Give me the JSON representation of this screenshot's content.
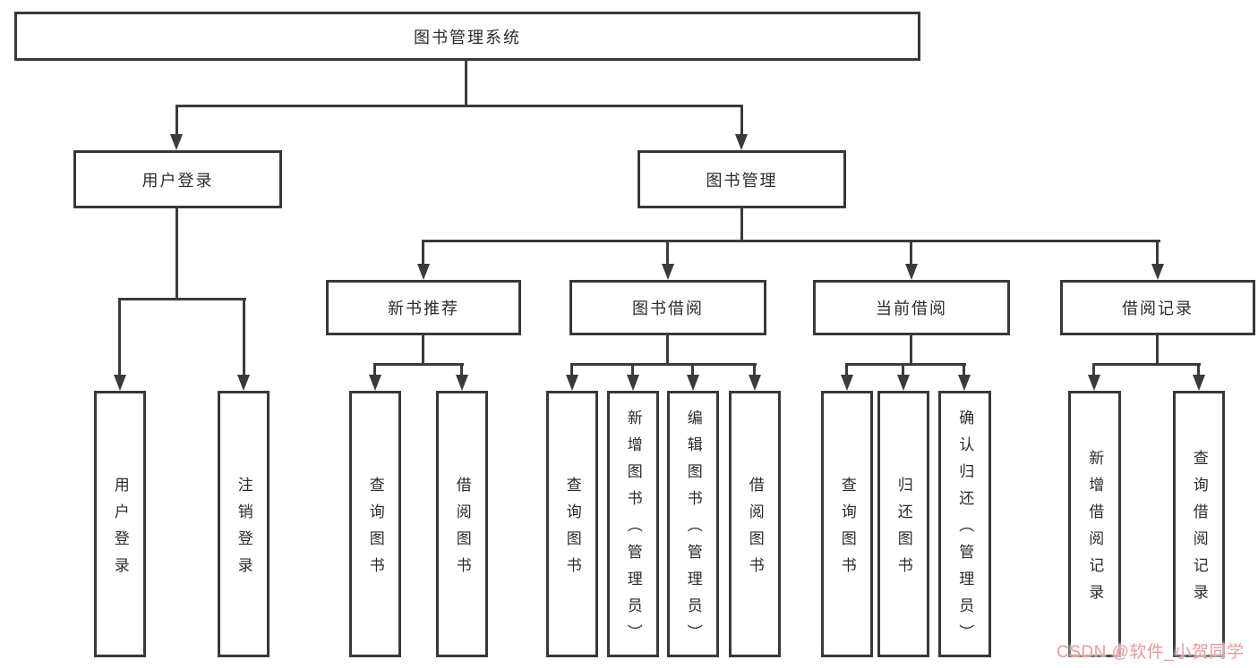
{
  "diagram": {
    "root": {
      "label": "图书管理系统"
    },
    "level2": [
      {
        "label": "用户登录"
      },
      {
        "label": "图书管理"
      }
    ],
    "level3": [
      {
        "label": "新书推荐"
      },
      {
        "label": "图书借阅"
      },
      {
        "label": "当前借阅"
      },
      {
        "label": "借阅记录"
      }
    ],
    "leaves": {
      "user_login": [
        {
          "label": "用户登录"
        },
        {
          "label": "注销登录"
        }
      ],
      "new_book_rec": [
        {
          "label": "查询图书"
        },
        {
          "label": "借阅图书"
        }
      ],
      "book_borrow": [
        {
          "label": "查询图书"
        },
        {
          "label": "新增图书（管理员）"
        },
        {
          "label": "编辑图书（管理员）"
        },
        {
          "label": "借阅图书"
        }
      ],
      "current_borrow": [
        {
          "label": "查询图书"
        },
        {
          "label": "归还图书"
        },
        {
          "label": "确认归还（管理员）"
        }
      ],
      "borrow_records": [
        {
          "label": "新增借阅记录"
        },
        {
          "label": "查询借阅记录"
        }
      ]
    }
  },
  "watermark": {
    "text": "CSDN @软件_小贺同学"
  },
  "colors": {
    "line": "#3a3a3a",
    "box_border": "#383838",
    "text": "#2b2b2b",
    "background": "#ffffff",
    "watermark": "#ee9898"
  }
}
